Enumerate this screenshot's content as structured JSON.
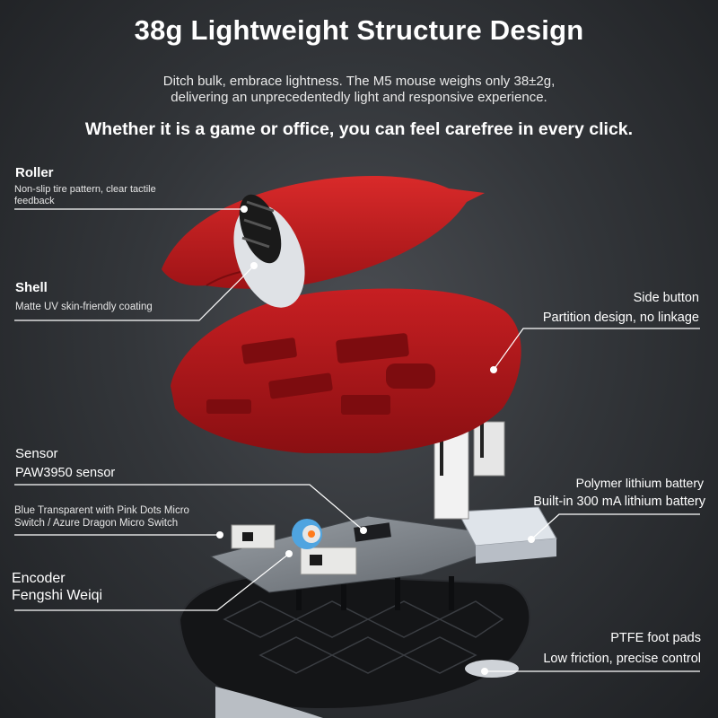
{
  "title": "38g Lightweight Structure Design",
  "subtitle_line1": "Ditch bulk, embrace lightness. The M5 mouse weighs only 38±2g,",
  "subtitle_line2": "delivering an unprecedentedly light and responsive experience.",
  "tagline": "Whether it is a game or office, you can feel carefree in every click.",
  "callouts": {
    "roller": {
      "title": "Roller",
      "desc": "Non-slip tire pattern, clear tactile feedback"
    },
    "shell": {
      "title": "Shell",
      "desc": "Matte UV skin-friendly coating"
    },
    "side_button": {
      "title": "Side button",
      "desc": "Partition design, no linkage"
    },
    "sensor": {
      "title": "Sensor",
      "desc": "PAW3950 sensor"
    },
    "switch": {
      "desc": "Blue Transparent with Pink Dots Micro Switch / Azure Dragon Micro Switch"
    },
    "battery": {
      "title": "Polymer lithium battery",
      "desc": "Built-in 300 mA lithium battery"
    },
    "encoder": {
      "title": "Encoder",
      "desc": "Fengshi Weiqi"
    },
    "feet": {
      "title": "PTFE foot pads",
      "desc": "Low friction, precise control"
    }
  },
  "colors": {
    "shell_red": "#c21a1e",
    "background": "#33363a",
    "leader_line": "#ffffff"
  }
}
